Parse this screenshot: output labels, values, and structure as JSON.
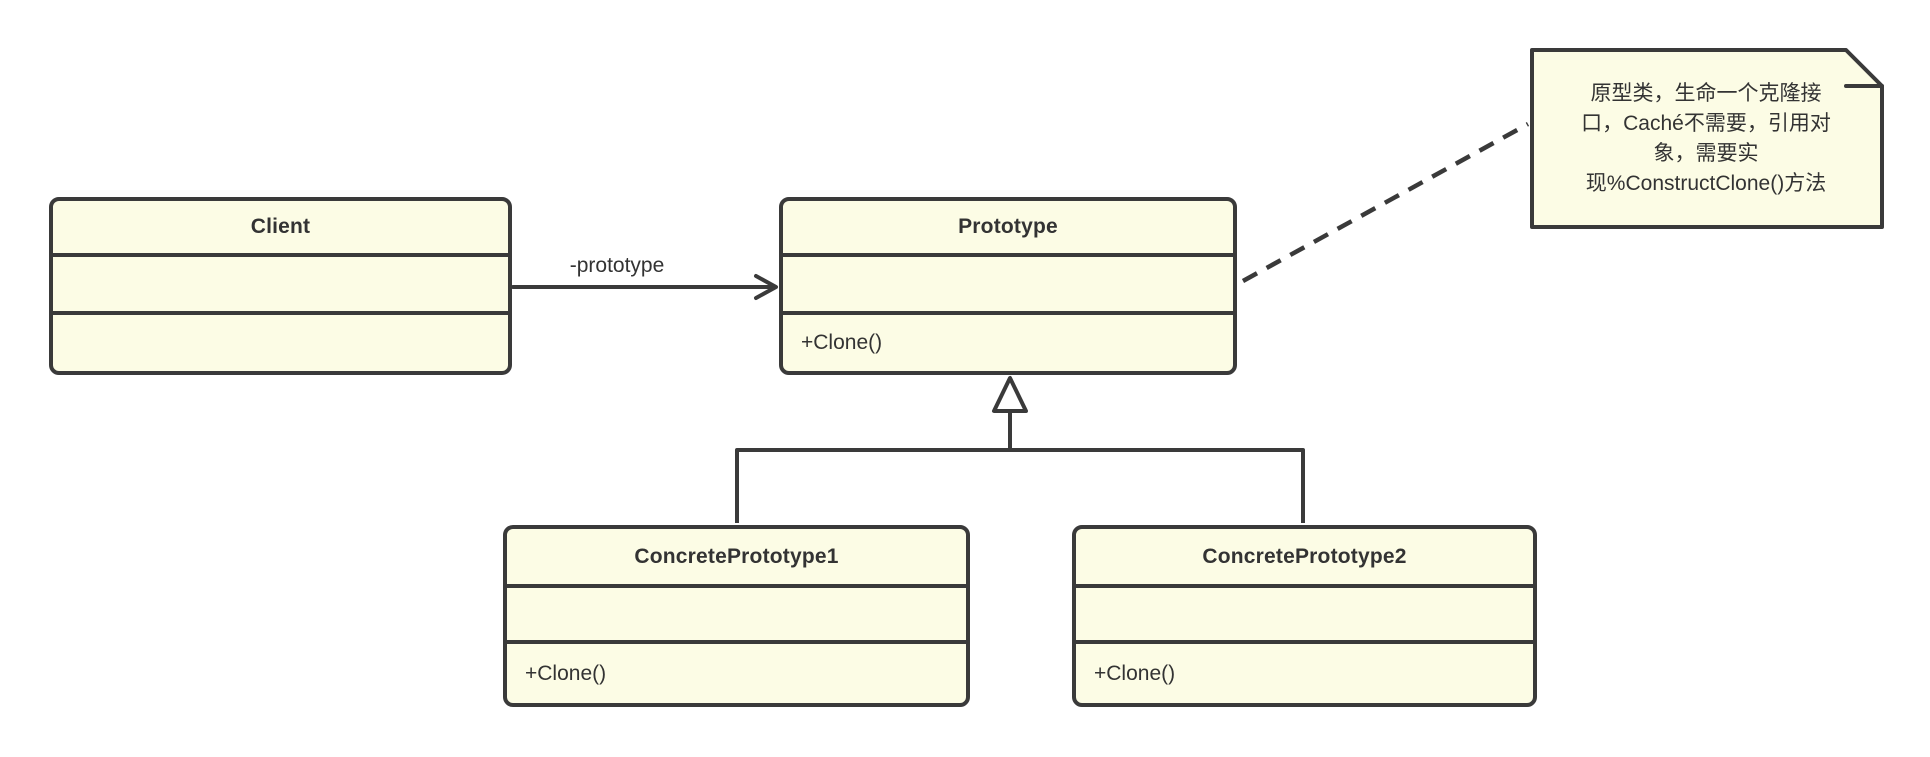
{
  "diagram": {
    "title": "Prototype pattern UML class diagram",
    "classes": {
      "client": {
        "name": "Client",
        "attributes": "",
        "methods": ""
      },
      "prototype": {
        "name": "Prototype",
        "attributes": "",
        "methods": "+Clone()"
      },
      "concrete1": {
        "name": "ConcretePrototype1",
        "attributes": "",
        "methods": "+Clone()"
      },
      "concrete2": {
        "name": "ConcretePrototype2",
        "attributes": "",
        "methods": "+Clone()"
      }
    },
    "association": {
      "label": "-prototype"
    },
    "note": {
      "lines": [
        "原型类，生命一个克隆接",
        "口，Caché不需要，引用对",
        "象，需要实",
        "现%ConstructClone()方法"
      ],
      "full_text": "原型类，生命一个克隆接口，Caché不需要，引用对象，需要实现%ConstructClone()方法"
    },
    "colors": {
      "shape_fill": "#FCFCE5",
      "stroke": "#3A3A3A",
      "text": "#333333",
      "canvas_background": "#FFFFFF",
      "triangle_fill": "#FFFFFF"
    }
  }
}
